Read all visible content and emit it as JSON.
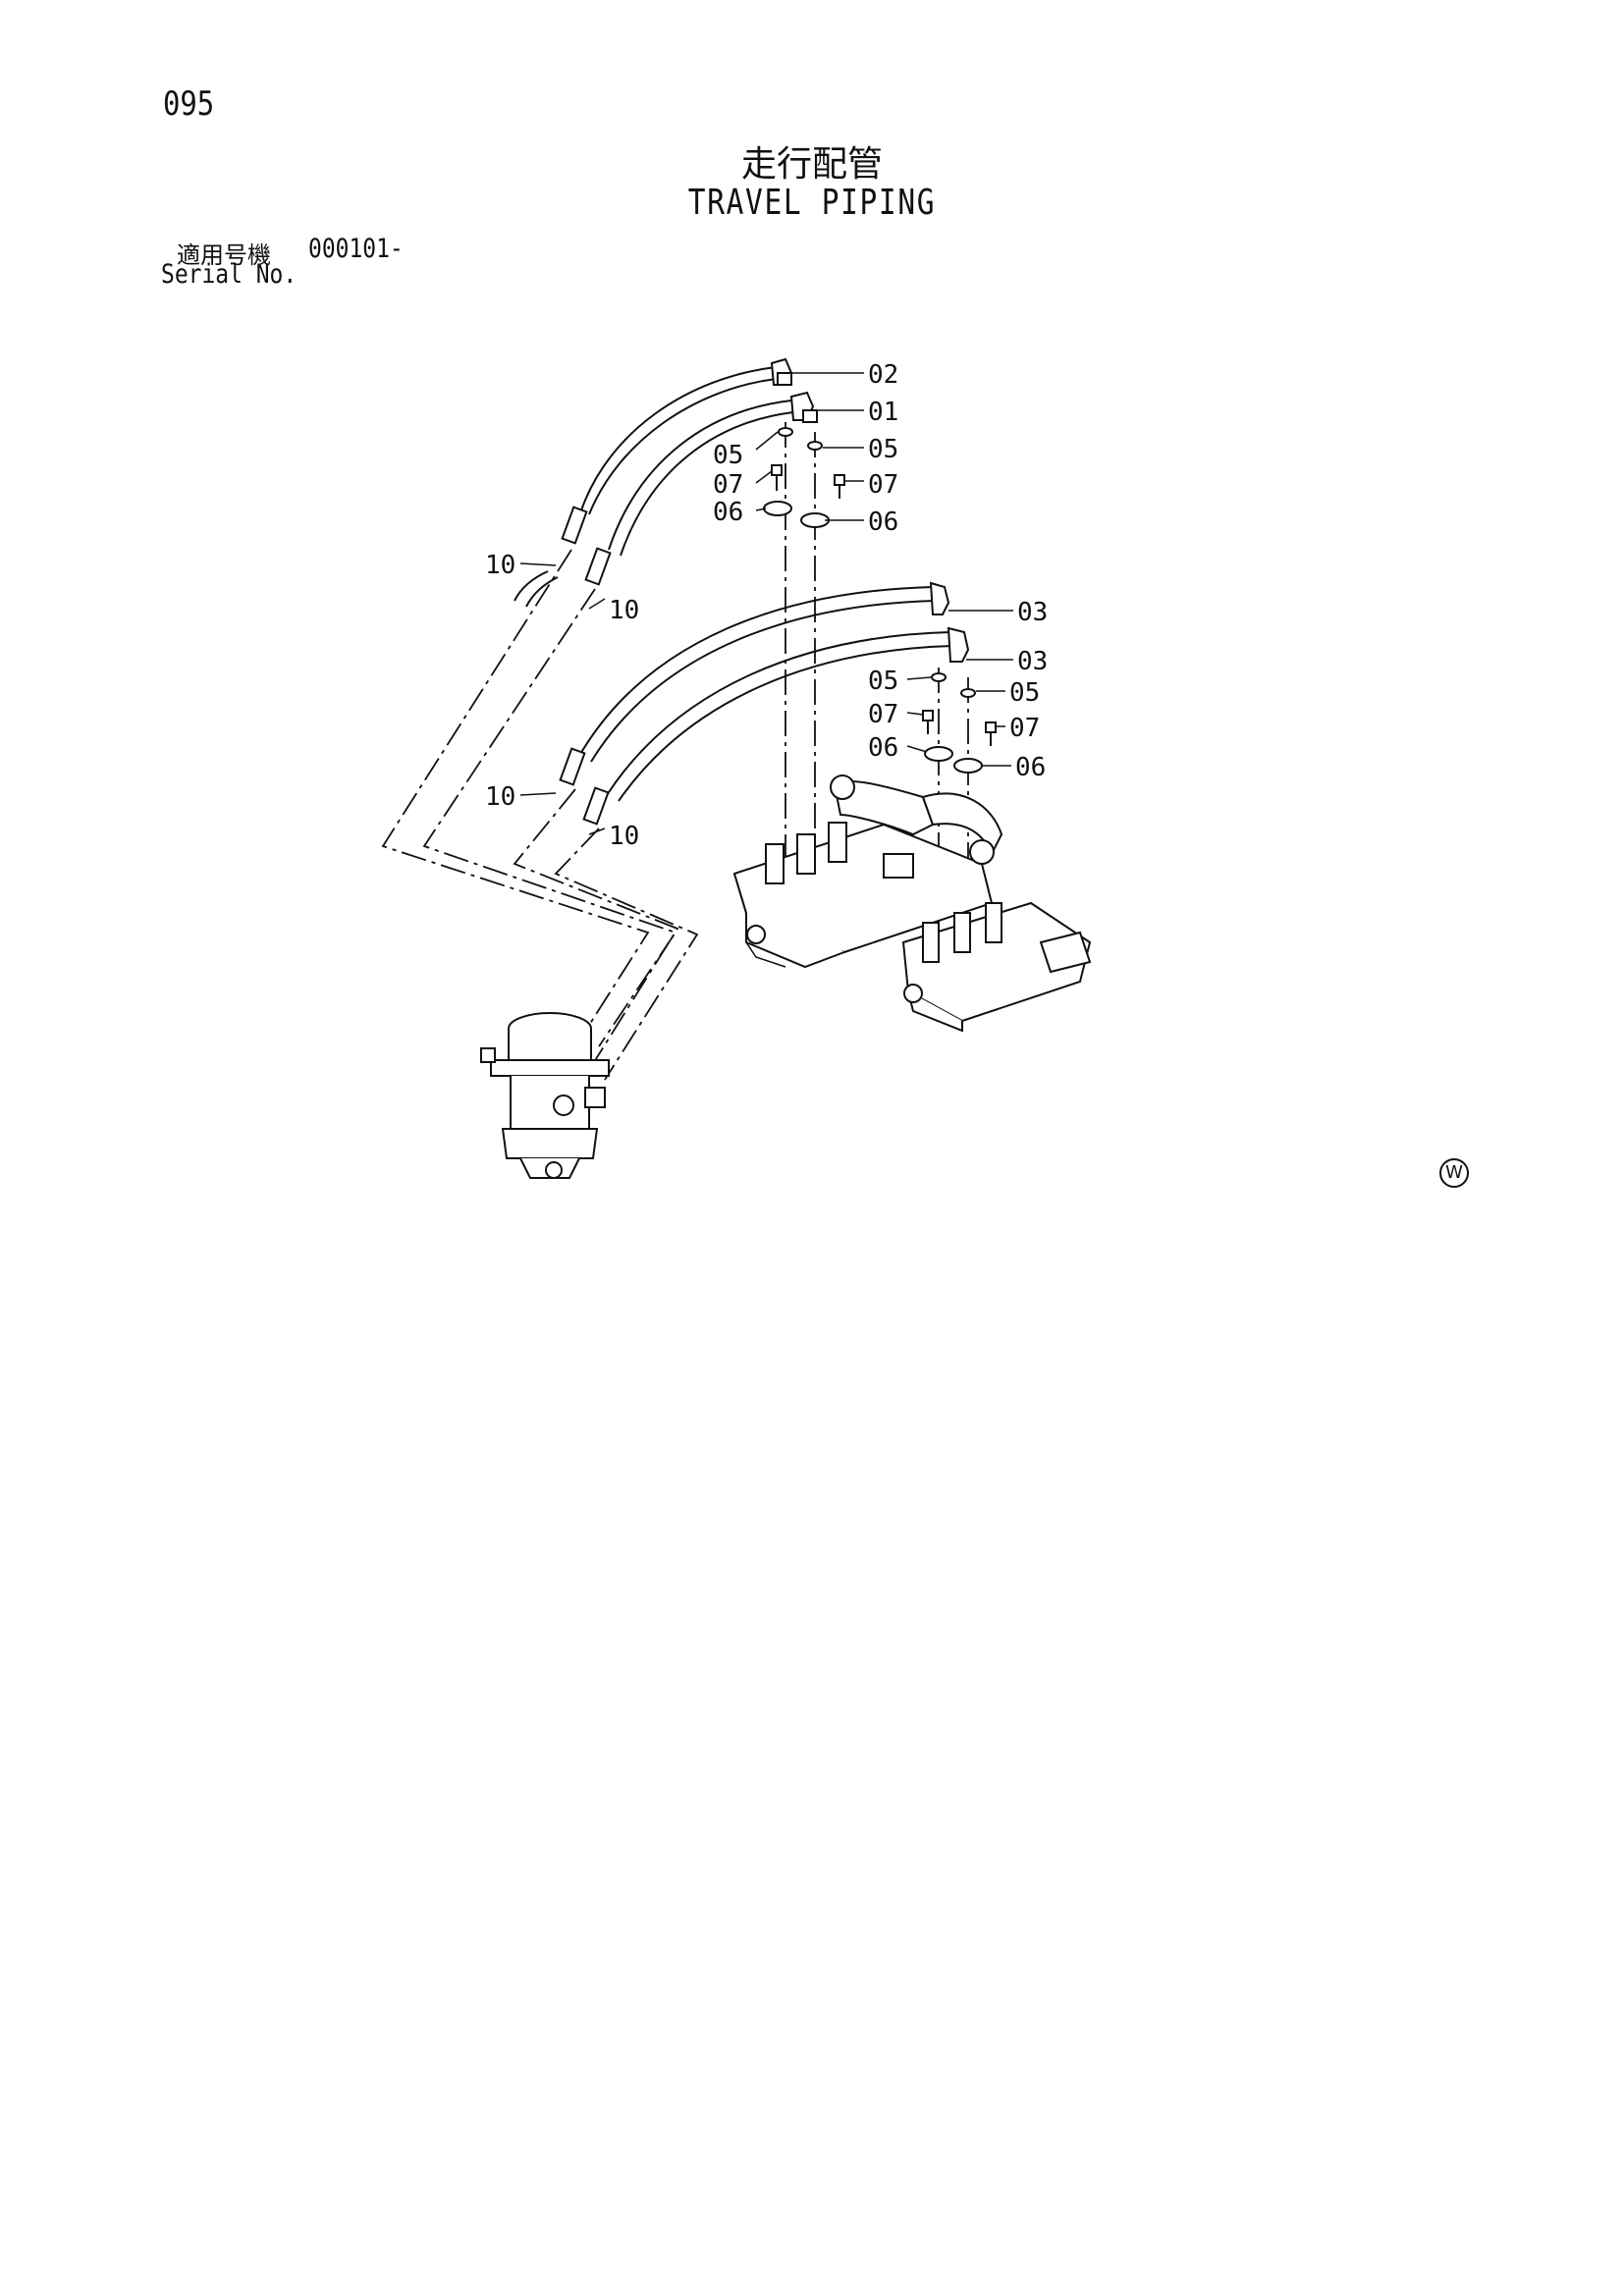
{
  "page": {
    "number": "095",
    "title_jp": "走行配管",
    "title_en": "TRAVEL PIPING",
    "serial_label_jp": "適用号機",
    "serial_value": "000101-",
    "serial_label_en": "Serial No.",
    "mark": "W"
  },
  "diagram": {
    "callouts": {
      "c02": "02",
      "c01": "01",
      "c05_a": "05",
      "c05_b": "05",
      "c07_a": "07",
      "c07_b": "07",
      "c06_a": "06",
      "c06_b": "06",
      "c10_a": "10",
      "c10_b": "10",
      "c03_a": "03",
      "c03_b": "03",
      "c05_c": "05",
      "c05_d": "05",
      "c07_c": "07",
      "c07_d": "07",
      "c06_c": "06",
      "c06_d": "06",
      "c10_c": "10",
      "c10_d": "10"
    }
  }
}
